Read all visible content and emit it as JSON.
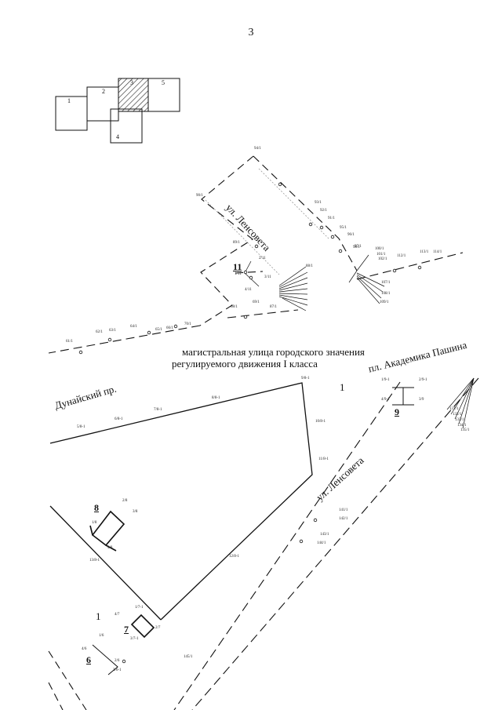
{
  "page_number": "3",
  "key_map": {
    "sheets": [
      "1",
      "2",
      "3",
      "4",
      "5"
    ],
    "current_sheet": "3"
  },
  "streets": {
    "lensoveta_top": "ул. Ленсовета",
    "lensoveta_bottom": "ул. Ленсовета",
    "dunaysky": "Дунайский пр.",
    "akademika_pashina": "пл. Академика Пашина",
    "road_class_line1": "магистральная улица городского значения",
    "road_class_line2": "регулируемого движения I класса"
  },
  "zones": {
    "z11": "11",
    "z8": "8",
    "z9": "9",
    "z7": "7",
    "z6": "6",
    "plain_1_right": "1",
    "plain_1_left": "1"
  },
  "point_labels": {
    "p94": "94/1",
    "p93": "93/1",
    "p92": "92/1",
    "p91": "91/1",
    "p90": "90/1",
    "p88": "88/1",
    "p89": "89/1",
    "p95": "95/1",
    "p96": "96/1",
    "p97": "97/1",
    "p98": "98/1",
    "p100": "100/1",
    "p101": "101/1",
    "p102": "102/1",
    "p107": "107/1",
    "p108": "108/1",
    "p109": "109/1",
    "p112": "112/1",
    "p113": "113/1",
    "p114": "114/1",
    "p65": "65/1",
    "p66": "66/1",
    "p63": "63/1",
    "p64": "64/1",
    "p62": "62/1",
    "p61": "61/1",
    "p68": "68/1",
    "p69": "69/1",
    "p87": "87/1",
    "p70": "70/1",
    "p71": "71/1",
    "p1": "1/11",
    "p4": "4/11",
    "p2": "2/11",
    "p3": "3/11",
    "p5b": "5/8-1",
    "p6b": "6/8-1",
    "p7b": "7/8-1",
    "p8b": "8/8-1",
    "p9b": "9/8-1",
    "p10b": "10/8-1",
    "p11b": "11/8-1",
    "p12b": "12/8-1",
    "p13b": "13/8-1",
    "p1_8": "1/8",
    "p2_8": "2/8",
    "p3_8": "3/8",
    "p4_8": "4/8",
    "p141": "141/1",
    "p142": "142/1",
    "p143": "143/1",
    "p144": "144/1",
    "p145": "145/1",
    "p131": "131/1",
    "p132": "132/1",
    "p133": "133/1",
    "p134": "134/1",
    "p135": "135/1",
    "p1_9": "1/9-1",
    "p2_9": "2/9-1",
    "p3_9": "3/9",
    "p4_9": "4/9-1",
    "p1_7": "1/7-1",
    "p2_7": "2/7",
    "p3_7": "3/7-1",
    "p4_7": "4/7",
    "p1_6": "1/6",
    "p2_6": "2/6",
    "p3_6": "3/6-1",
    "p4_6": "4/6"
  },
  "colors": {
    "ink": "#111111",
    "hatch": "#222222",
    "faint": "#9a9a9a"
  }
}
